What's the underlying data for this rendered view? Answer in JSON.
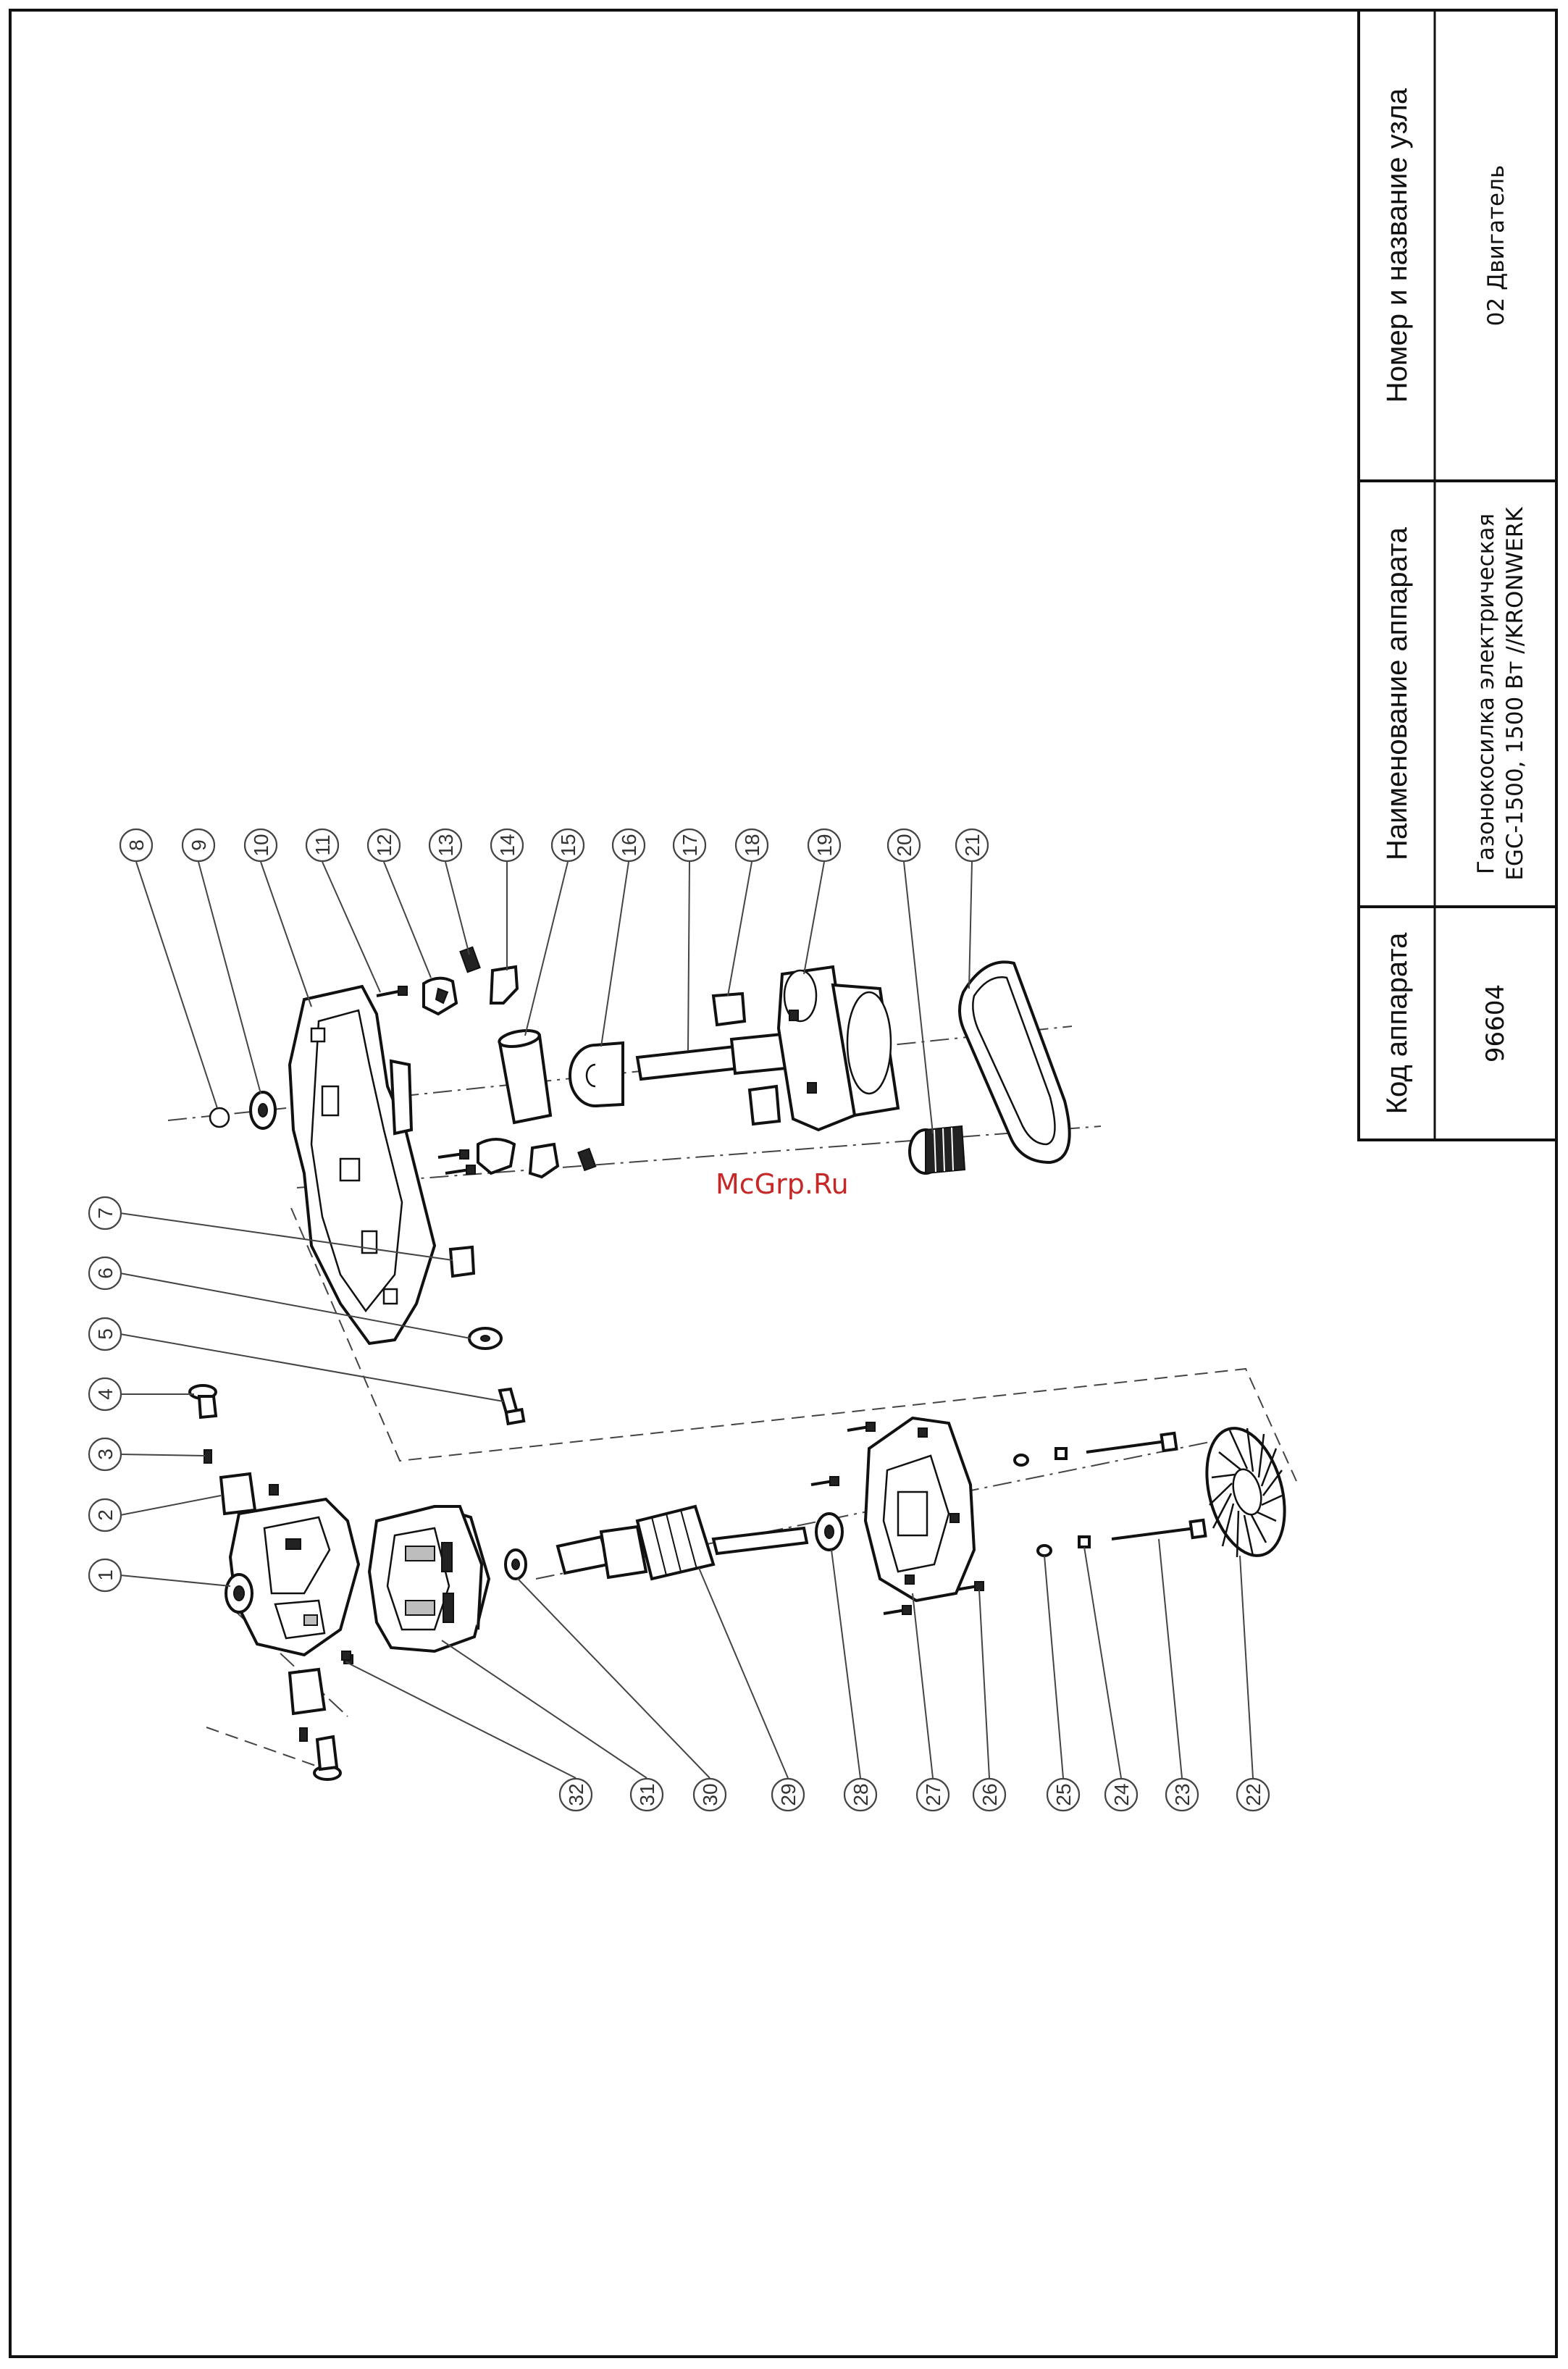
{
  "title_block": {
    "col1_header": "Код аппарата",
    "col1_value": "96604",
    "col2_header": "Наименование аппарата",
    "col2_value_line1": "Газонокосилка электрическая",
    "col2_value_line2": "EGC-1500, 1500 Вт //KRONWERK",
    "col3_header": "Номер и название узла",
    "col3_value": "02 Двигатель"
  },
  "watermark": "McGrp.Ru",
  "callouts": {
    "n1": "1",
    "n2": "2",
    "n3": "3",
    "n4": "4",
    "n5": "5",
    "n6": "6",
    "n7": "7",
    "n8": "8",
    "n9": "9",
    "n10": "10",
    "n11": "11",
    "n12": "12",
    "n13": "13",
    "n14": "14",
    "n15": "15",
    "n16": "16",
    "n17": "17",
    "n18": "18",
    "n19": "19",
    "n20": "20",
    "n21": "21",
    "n22": "22",
    "n23": "23",
    "n24": "24",
    "n25": "25",
    "n26": "26",
    "n27": "27",
    "n28": "28",
    "n29": "29",
    "n30": "30",
    "n31": "31",
    "n32": "32"
  }
}
